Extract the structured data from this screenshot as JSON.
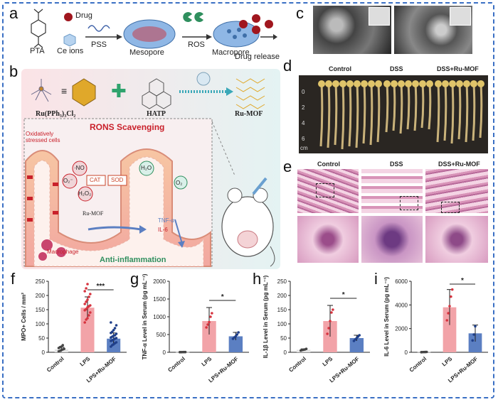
{
  "panel_labels": [
    "a",
    "b",
    "c",
    "d",
    "e",
    "f",
    "g",
    "h",
    "i"
  ],
  "panel_a": {
    "drug": "Drug",
    "pta": "PTA",
    "ce_ions": "Ce ions",
    "pss": "PSS",
    "mesopore": "Mesopore",
    "ros": "ROS",
    "macropore": "Macropore",
    "drug_release": "Drug release"
  },
  "panel_b": {
    "ru_complex": "Ru(PPh₃)₃Cl₂",
    "hatp": "HATP",
    "ru_mof": "Ru-MOF",
    "rons_title": "RONS Scavenging",
    "stressed": "Oxidatively stressed cells",
    "o2_minus": "O₂⁻",
    "no": "·NO",
    "h2o2": "H₂O₂",
    "cat": "CAT",
    "sod": "SOD",
    "h2o": "H₂O",
    "o2": "O₂",
    "ru_mof_small": "Ru-MOF",
    "tnf": "TNF-α",
    "il6": "IL-6",
    "macrophage": "Macrophage",
    "anti_inflammation": "Anti-inflammation"
  },
  "panel_d": {
    "groups": [
      "Control",
      "DSS",
      "DSS+Ru-MOF"
    ],
    "ruler_ticks": [
      "0",
      "2",
      "4",
      "6"
    ],
    "ruler_unit": "cm"
  },
  "panel_e": {
    "groups": [
      "Control",
      "DSS",
      "DSS+Ru-MOF"
    ]
  },
  "colors": {
    "frame": "#3a6fc4",
    "control": "#e5e5e5",
    "lps": "#f2a3a8",
    "ru_mof": "#5b7fc2",
    "dots": "#d6343f"
  },
  "chart_data": [
    {
      "type": "bar",
      "panel": "f",
      "categories": [
        "Control",
        "LPS",
        "LPS+Ru-MOF"
      ],
      "values": [
        10,
        157,
        48
      ],
      "errors": [
        8,
        38,
        20
      ],
      "points": [
        [
          3,
          5,
          8,
          10,
          12,
          15,
          18,
          20,
          25
        ],
        [
          105,
          115,
          120,
          130,
          140,
          148,
          152,
          158,
          162,
          165,
          170,
          178,
          185,
          195,
          205,
          215,
          225,
          240
        ],
        [
          20,
          25,
          28,
          32,
          35,
          40,
          42,
          45,
          48,
          50,
          52,
          55,
          58,
          60,
          65,
          68,
          72,
          78,
          85,
          95,
          105
        ]
      ],
      "ylabel": "MPO+ Cells / mm²",
      "ylim": [
        0,
        250
      ],
      "yticks": [
        0,
        50,
        100,
        150,
        200,
        250
      ],
      "significance": "***"
    },
    {
      "type": "bar",
      "panel": "g",
      "categories": [
        "Control",
        "LPS",
        "LPS+Ru-MOF"
      ],
      "values": [
        5,
        880,
        450
      ],
      "errors": [
        3,
        380,
        110
      ],
      "points": [
        [
          3,
          4,
          5,
          6,
          7
        ],
        [
          700,
          780,
          850,
          1000,
          1100
        ],
        [
          380,
          420,
          450,
          500,
          560
        ]
      ],
      "ylabel": "TNF-α Level in Serum (pg mL⁻¹)",
      "ylim": [
        0,
        2000
      ],
      "yticks": [
        0,
        500,
        1000,
        1500,
        2000
      ],
      "significance": "*"
    },
    {
      "type": "bar",
      "panel": "h",
      "categories": [
        "Control",
        "LPS",
        "LPS+Ru-MOF"
      ],
      "values": [
        9,
        110,
        50
      ],
      "errors": [
        3,
        55,
        10
      ],
      "points": [
        [
          6,
          8,
          9,
          10,
          12
        ],
        [
          65,
          85,
          110,
          140,
          150
        ],
        [
          40,
          45,
          50,
          55,
          60
        ]
      ],
      "ylabel": "IL-1β Level in Serum (pg mL⁻¹)",
      "ylim": [
        0,
        250
      ],
      "yticks": [
        0,
        50,
        100,
        150,
        200,
        250
      ],
      "significance": "*"
    },
    {
      "type": "bar",
      "panel": "i",
      "categories": [
        "Control",
        "LPS",
        "LPS+Ru-MOF"
      ],
      "values": [
        20,
        3800,
        1600
      ],
      "errors": [
        10,
        1500,
        700
      ],
      "points": [
        [
          10,
          15,
          20,
          25,
          30
        ],
        [
          2700,
          3300,
          3900,
          4700,
          5300
        ],
        [
          1000,
          1500,
          2200
        ]
      ],
      "ylabel": "IL-6 Level in Serum (pg mL⁻¹)",
      "ylim": [
        0,
        6000
      ],
      "yticks": [
        0,
        2000,
        4000,
        6000
      ],
      "significance": "*"
    }
  ]
}
